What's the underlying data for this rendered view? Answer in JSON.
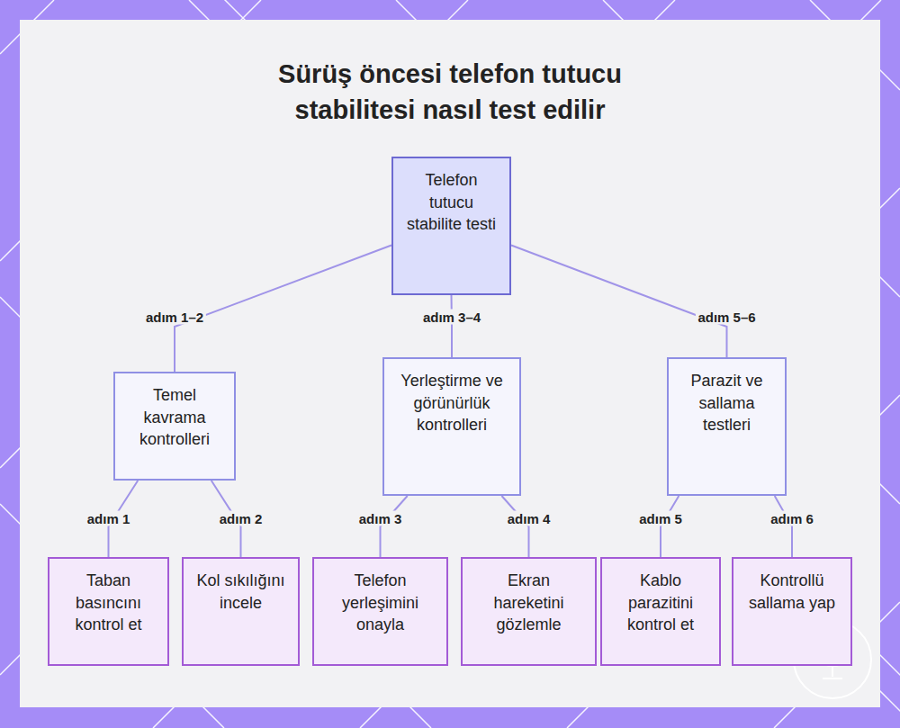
{
  "diagram": {
    "title": "Sürüş öncesi telefon tutucu stabilitesi nasıl test edilir",
    "nodes": [
      {
        "text": [
          "Telefon tutucu stabilite testi"
        ]
      },
      {
        "text": [
          "Temel kavrama kontrolleri"
        ]
      },
      {
        "text": [
          "Yerleştirme ve görünürlük kontrolleri"
        ]
      },
      {
        "text": [
          "Parazit ve sallama testleri"
        ]
      },
      {
        "text": [
          "Taban basıncını kontrol et"
        ]
      },
      {
        "text": [
          "Kol sıkılığını incele"
        ]
      },
      {
        "text": [
          "Telefon yerleşimini onayla"
        ]
      },
      {
        "text": [
          "Ekran hareketini gözlemle"
        ]
      },
      {
        "text": [
          "Kablo parazitini kontrol et"
        ]
      },
      {
        "text": [
          "Kontrollü sallama yap"
        ]
      }
    ],
    "edges": [
      {
        "from": 0,
        "to": 1,
        "label": "adım 1–2",
        "arrow": "none"
      },
      {
        "from": 0,
        "to": 2,
        "label": "adım 3–4",
        "arrow": "none"
      },
      {
        "from": 0,
        "to": 3,
        "label": "adım 5–6",
        "arrow": "none"
      },
      {
        "from": 1,
        "to": 4,
        "label": "adım 1",
        "arrow": "none"
      },
      {
        "from": 1,
        "to": 5,
        "label": "adım 2",
        "arrow": "none"
      },
      {
        "from": 2,
        "to": 6,
        "label": "adım 3",
        "arrow": "none"
      },
      {
        "from": 2,
        "to": 7,
        "label": "adım 4",
        "arrow": "none"
      },
      {
        "from": 3,
        "to": 8,
        "label": "adım 5",
        "arrow": "none"
      },
      {
        "from": 3,
        "to": 9,
        "label": "adım 6",
        "arrow": "none"
      }
    ]
  }
}
